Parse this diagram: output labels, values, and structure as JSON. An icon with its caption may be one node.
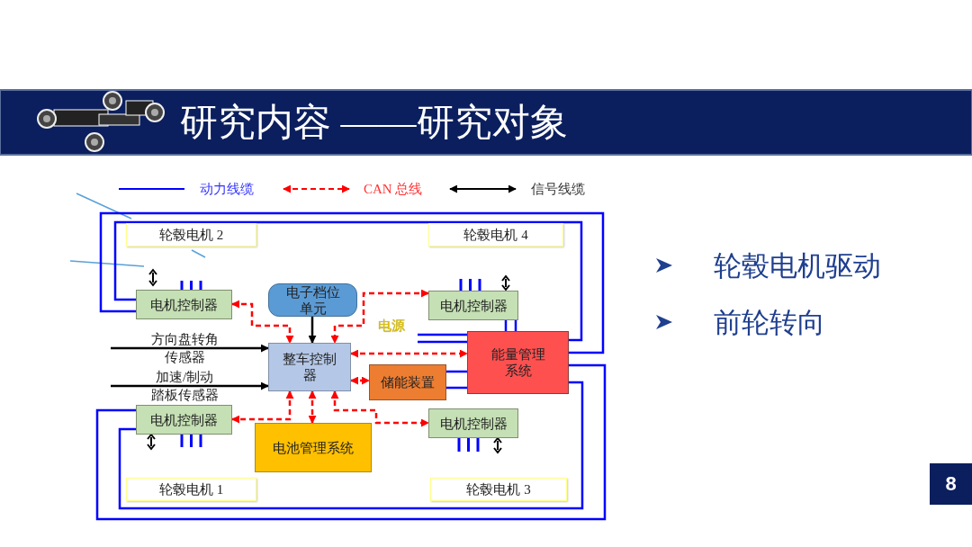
{
  "diagram": {
    "title": "研究内容 ——研究对象",
    "nodes": [
      {
        "text": [
          "轮毂电机 2"
        ]
      },
      {
        "text": [
          "轮毂电机 4"
        ]
      },
      {
        "text": [
          "电机控制器"
        ]
      },
      {
        "text": [
          "电子档位单元"
        ]
      },
      {
        "text": [
          "电机控制器"
        ]
      },
      {
        "text": [
          "电源"
        ]
      },
      {
        "text": [
          "整车控制器"
        ]
      },
      {
        "text": [
          "能量管理系统"
        ]
      },
      {
        "text": [
          "储能装置"
        ]
      },
      {
        "text": [
          "电机控制器"
        ]
      },
      {
        "text": [
          "电机控制器"
        ]
      },
      {
        "text": [
          "电池管理系统"
        ]
      },
      {
        "text": [
          "轮毂电机 1"
        ]
      },
      {
        "text": [
          "轮毂电机 3"
        ]
      }
    ],
    "edges": [
      {
        "from": 3,
        "to": 6,
        "arrow": "to",
        "color": "#000000"
      },
      {
        "from": 2,
        "to": 6,
        "arrow": "both",
        "style": "dashed",
        "color": "#ff0000"
      },
      {
        "from": 4,
        "to": 6,
        "arrow": "both",
        "style": "dashed",
        "color": "#ff0000"
      },
      {
        "from": null,
        "to": 6,
        "arrow": "to",
        "label": "方向盘转角传感器",
        "color": "#000000"
      },
      {
        "from": null,
        "to": 6,
        "arrow": "to",
        "label": "加速/制动踏板传感器",
        "color": "#000000"
      },
      {
        "from": 6,
        "to": 7,
        "arrow": "both",
        "style": "dashed",
        "color": "#ff0000"
      },
      {
        "from": 6,
        "to": 8,
        "arrow": "both",
        "style": "dashed",
        "color": "#ff0000"
      },
      {
        "from": 6,
        "to": 9,
        "arrow": "both",
        "style": "dashed",
        "color": "#ff0000"
      },
      {
        "from": 6,
        "to": 11,
        "arrow": "both",
        "style": "dashed",
        "color": "#ff0000"
      },
      {
        "from": 6,
        "to": 10,
        "arrow": "both",
        "style": "dashed",
        "color": "#ff0000"
      },
      {
        "from": 5,
        "to": 7,
        "arrow": "none"
      },
      {
        "from": 5,
        "to": 7,
        "arrow": "none"
      },
      {
        "from": 8,
        "to": 7,
        "arrow": "none"
      },
      {
        "from": 8,
        "to": 7,
        "arrow": "none"
      },
      {
        "from": 7,
        "to": 4,
        "arrow": "none"
      },
      {
        "from": 7,
        "to": 4,
        "arrow": "none"
      },
      {
        "from": 2,
        "to": 7,
        "arrow": "none"
      },
      {
        "from": 2,
        "to": 7,
        "arrow": "none"
      },
      {
        "from": 9,
        "to": 7,
        "arrow": "none"
      },
      {
        "from": 9,
        "to": 7,
        "arrow": "none"
      }
    ],
    "labels": [
      "轮毂电机驱动",
      "前轮转向",
      "8"
    ],
    "legend": [
      {
        "text": "动力线缆"
      },
      {
        "text": "CAN 总线"
      },
      {
        "text": "信号线缆"
      }
    ]
  }
}
